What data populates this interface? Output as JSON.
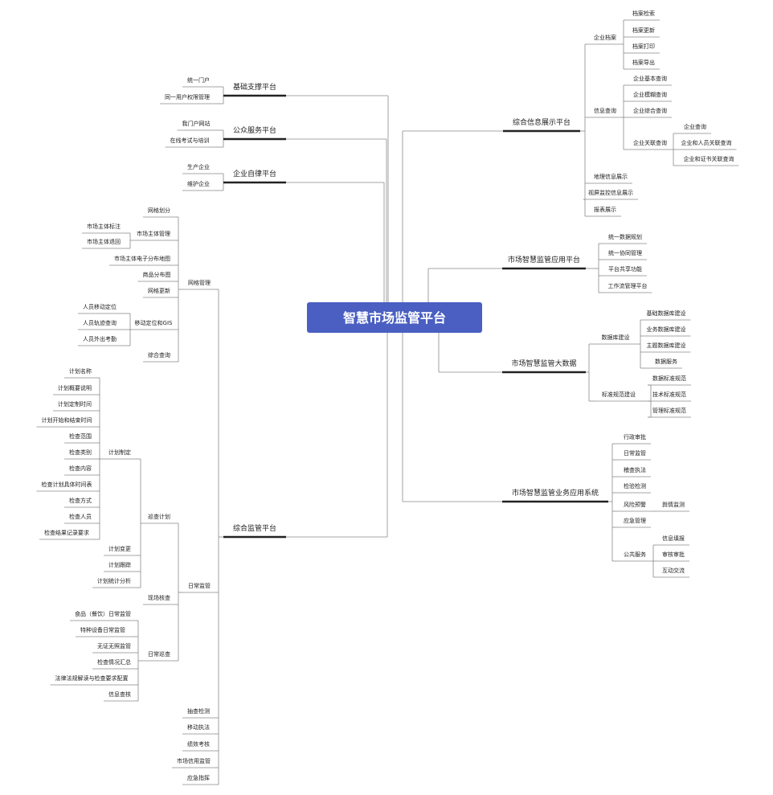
{
  "root": {
    "label": "智慧市场监管平台",
    "color": "#4a5fc1",
    "text_color": "#ffffff"
  },
  "line_color": "#8a8a8a",
  "bar_color": "#222222",
  "left": [
    {
      "label": "基础支撑平台",
      "children": [
        {
          "label": "统一门户"
        },
        {
          "label": "同一用户权限管理"
        }
      ]
    },
    {
      "label": "公众服务平台",
      "children": [
        {
          "label": "我门户网站"
        },
        {
          "label": "在线考试与培训"
        }
      ]
    },
    {
      "label": "企业自律平台",
      "children": [
        {
          "label": "生产企业"
        },
        {
          "label": "维护企业"
        }
      ]
    },
    {
      "label": "综合监管平台",
      "children": [
        {
          "label": "网格管理",
          "children": [
            {
              "label": "网格划分"
            },
            {
              "label": "市场主体管理",
              "children": [
                {
                  "label": "市场主体标注"
                },
                {
                  "label": "市场主体退回"
                }
              ]
            },
            {
              "label": "市场主体电子分布地图"
            },
            {
              "label": "商品分布图"
            },
            {
              "label": "网格更新"
            },
            {
              "label": "移动定位和GIS",
              "children": [
                {
                  "label": "人员移动定位"
                },
                {
                  "label": "人员轨迹查询"
                },
                {
                  "label": "人员外出考勤"
                }
              ]
            },
            {
              "label": "综合查询"
            }
          ]
        },
        {
          "label": "日常监管",
          "children": [
            {
              "label": "巡查计划",
              "children": [
                {
                  "label": "计划制定",
                  "children": [
                    {
                      "label": "计划名称"
                    },
                    {
                      "label": "计划概要说明"
                    },
                    {
                      "label": "计划定制时间"
                    },
                    {
                      "label": "计划开始和结束时间"
                    },
                    {
                      "label": "检查范围"
                    },
                    {
                      "label": "检查类别"
                    },
                    {
                      "label": "检查内容"
                    },
                    {
                      "label": "检查计划具体时间表"
                    },
                    {
                      "label": "检查方式"
                    },
                    {
                      "label": "检查人员"
                    },
                    {
                      "label": "检查结果记录要求"
                    }
                  ]
                },
                {
                  "label": "计划变更"
                },
                {
                  "label": "计划跟踪"
                },
                {
                  "label": "计划统计分析"
                }
              ]
            },
            {
              "label": "现场核查"
            },
            {
              "label": "日常巡查",
              "children": [
                {
                  "label": "食品（餐饮）日常监管"
                },
                {
                  "label": "特种设备日常监管"
                },
                {
                  "label": "无证无照监管"
                },
                {
                  "label": "检查情况汇总"
                },
                {
                  "label": "法律法规解读与检查要求配置"
                },
                {
                  "label": "信息查核"
                }
              ]
            }
          ]
        },
        {
          "label": "抽查检测"
        },
        {
          "label": "移动执法"
        },
        {
          "label": "绩效考核"
        },
        {
          "label": "市场信用监管"
        },
        {
          "label": "应急指挥"
        }
      ]
    }
  ],
  "right": [
    {
      "label": "综合信息展示平台",
      "children": [
        {
          "label": "企业档案",
          "children": [
            {
              "label": "档案检索"
            },
            {
              "label": "档案更新"
            },
            {
              "label": "档案打印"
            },
            {
              "label": "档案导出"
            }
          ]
        },
        {
          "label": "信息查询",
          "children": [
            {
              "label": "企业基本查询"
            },
            {
              "label": "企业模糊查询"
            },
            {
              "label": "企业综合查询"
            },
            {
              "label": "企业关联查询",
              "children": [
                {
                  "label": "企业查询"
                },
                {
                  "label": "企业和人员关联查询"
                },
                {
                  "label": "企业和证书关联查询"
                }
              ]
            }
          ]
        },
        {
          "label": "地理信息展示"
        },
        {
          "label": "视屏监控信息展示"
        },
        {
          "label": "报表展示"
        }
      ]
    },
    {
      "label": "市场智慧监管应用平台",
      "children": [
        {
          "label": "统一数据规划"
        },
        {
          "label": "统一协同管理"
        },
        {
          "label": "平台共享功能"
        },
        {
          "label": "工作流管理平台"
        }
      ]
    },
    {
      "label": "市场智慧监管大数据",
      "children": [
        {
          "label": "数据库建设",
          "children": [
            {
              "label": "基础数据库建设"
            },
            {
              "label": "业务数据库建设"
            },
            {
              "label": "主题数据库建设"
            },
            {
              "label": "数据服务"
            }
          ]
        },
        {
          "label": "标准规范建设",
          "children": [
            {
              "label": "数据标准规范"
            },
            {
              "label": "技术标准规范"
            },
            {
              "label": "管理标准规范"
            }
          ]
        }
      ]
    },
    {
      "label": "市场智慧监管业务应用系统",
      "children": [
        {
          "label": "行政审批"
        },
        {
          "label": "日常监管"
        },
        {
          "label": "稽查执法"
        },
        {
          "label": "检验检测"
        },
        {
          "label": "风险预警",
          "children": [
            {
              "label": "舆情监测"
            }
          ]
        },
        {
          "label": "应急管理"
        },
        {
          "label": "公共服务",
          "children": [
            {
              "label": "信息填报"
            },
            {
              "label": "审核审批"
            },
            {
              "label": "互动交流"
            }
          ]
        }
      ]
    }
  ]
}
